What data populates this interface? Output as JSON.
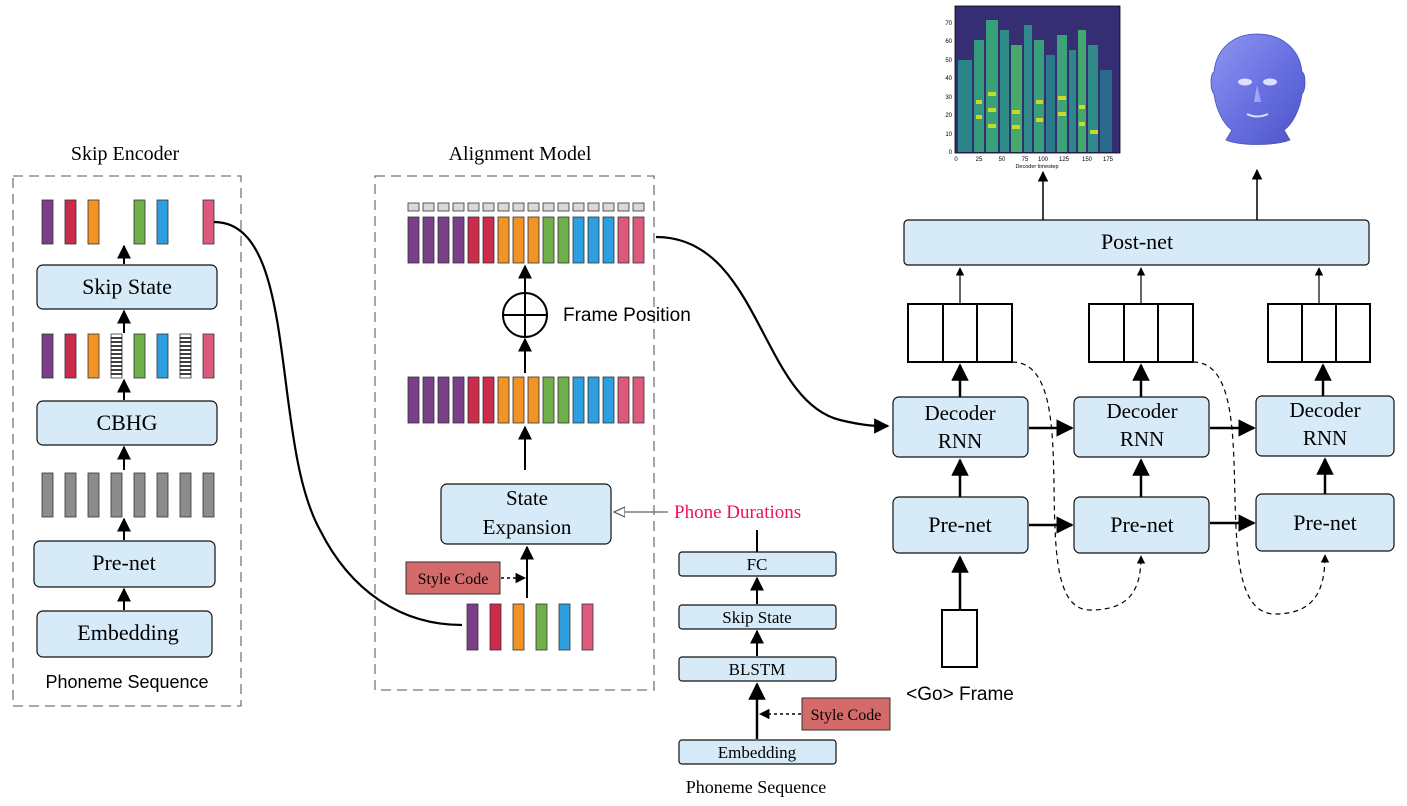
{
  "colors": {
    "box_fill": "#d6eaf8",
    "box_stroke": "#111111",
    "purple": "#7b3f8a",
    "crimson": "#cc2b4b",
    "orange": "#f29425",
    "green": "#6fb04a",
    "blue": "#2d9ee0",
    "pink": "#dd5a7c",
    "gray": "#8c8c8c",
    "style_code_fill": "#d46a6a",
    "phone_durations": "#ee1155"
  },
  "skip_encoder": {
    "title": "Skip Encoder",
    "skip_state": "Skip State",
    "cbhg": "CBHG",
    "prenet": "Pre-net",
    "embedding": "Embedding",
    "input_label": "Phoneme Sequence"
  },
  "alignment_model": {
    "title": "Alignment Model",
    "frame_position": "Frame Position",
    "state_expansion_line1": "State",
    "state_expansion_line2": "Expansion",
    "style_code": "Style Code"
  },
  "duration_model": {
    "phone_durations": "Phone Durations",
    "fc": "FC",
    "skip_state": "Skip State",
    "blstm": "BLSTM",
    "embedding": "Embedding",
    "style_code": "Style Code",
    "input_label": "Phoneme Sequence"
  },
  "decoder": {
    "postnet": "Post-net",
    "decoder_rnn_line1": "Decoder",
    "decoder_rnn_line2": "RNN",
    "prenet": "Pre-net",
    "go_frame": "<Go> Frame"
  },
  "spectrogram": {
    "y_ticks": [
      "0",
      "10",
      "20",
      "30",
      "40",
      "50",
      "60",
      "70"
    ],
    "x_ticks": [
      "0",
      "25",
      "50",
      "75",
      "100",
      "125",
      "150",
      "175"
    ],
    "xlabel": "Decoder timestep"
  }
}
